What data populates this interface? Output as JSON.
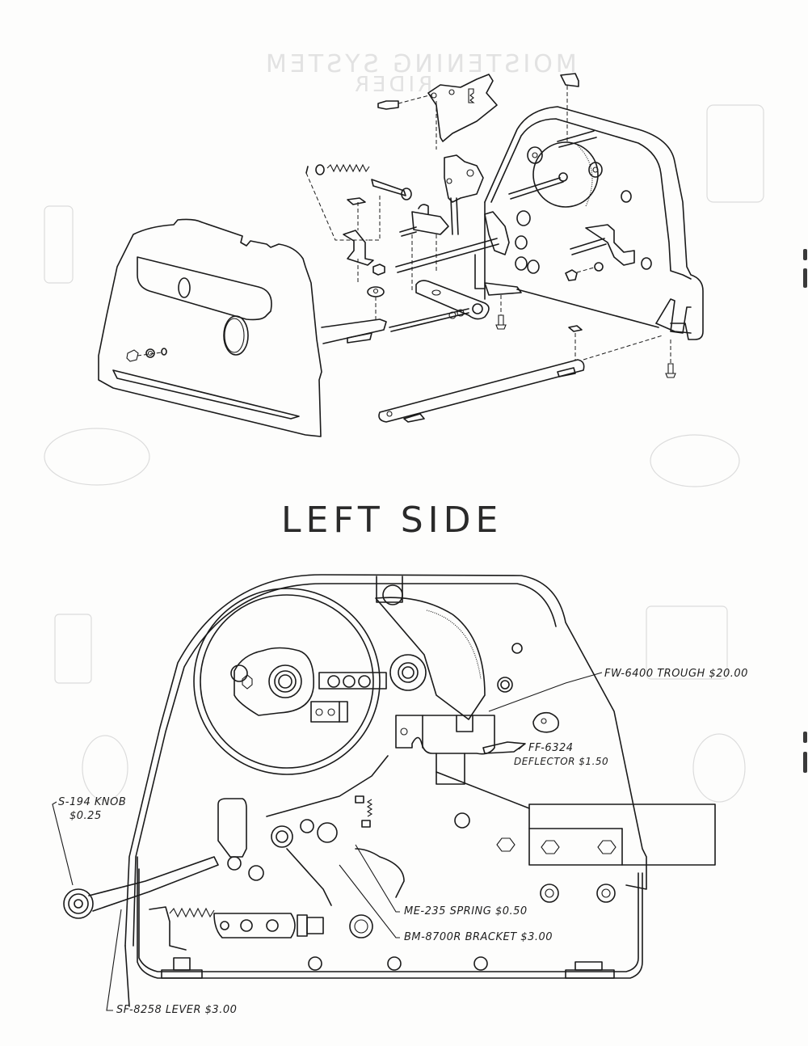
{
  "page": {
    "bleed_through_heading": "MOISTENING SYSTEM",
    "bleed_through_subheading": "RIDER",
    "section_title": "LEFT SIDE"
  },
  "parts": [
    {
      "part_no": "FW-6400",
      "name": "TROUGH",
      "price": "$20.00"
    },
    {
      "part_no": "FF-6324",
      "name": "DEFLECTOR",
      "price": "$1.50"
    },
    {
      "part_no": "S-194",
      "name": "KNOB",
      "price": "$0.25"
    },
    {
      "part_no": "ME-235",
      "name": "SPRING",
      "price": "$0.50"
    },
    {
      "part_no": "BM-8700R",
      "name": "BRACKET",
      "price": "$3.00"
    },
    {
      "part_no": "SF-8258",
      "name": "LEVER",
      "price": "$3.00"
    }
  ],
  "labels": {
    "trough": "FW-6400 TROUGH $20.00",
    "deflector_line1": "FF-6324",
    "deflector_line2": "DEFLECTOR $1.50",
    "knob_line1": "S-194 KNOB",
    "knob_line2": "$0.25",
    "spring": "ME-235 SPRING $0.50",
    "bracket": "BM-8700R BRACKET $3.00",
    "lever": "SF-8258 LEVER $3.00"
  },
  "diagrams": {
    "top": "exploded-view-assembly",
    "bottom": "left-side-assembled-view"
  }
}
